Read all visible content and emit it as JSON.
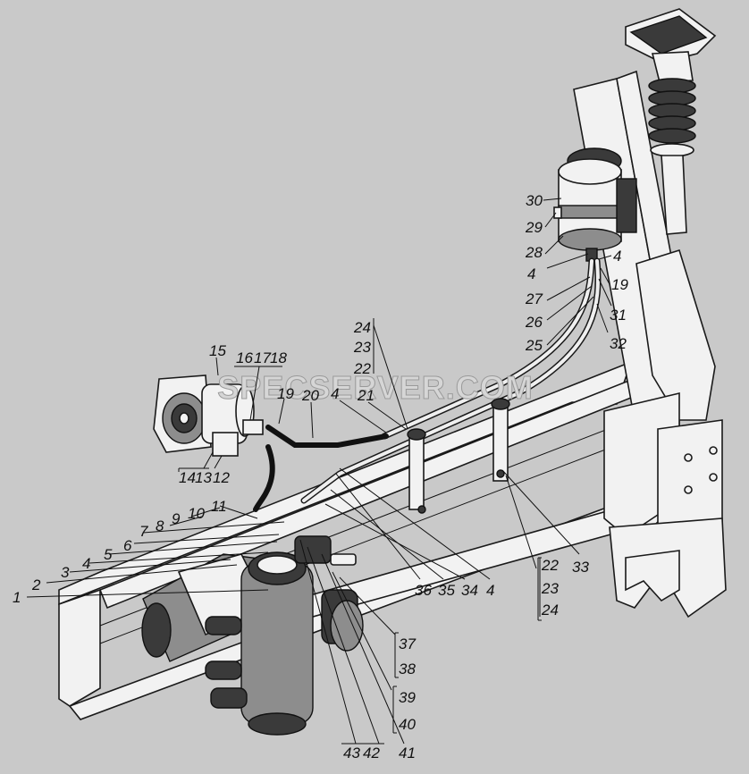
{
  "watermark": "SPECSERVER.COM",
  "callouts": {
    "c1": "1",
    "c2": "2",
    "c3": "3",
    "c4a": "4",
    "c5": "5",
    "c6": "6",
    "c7": "7",
    "c8": "8",
    "c9": "9",
    "c10": "10",
    "c11": "11",
    "c12": "12",
    "c13": "13",
    "c14": "14",
    "c15": "15",
    "c16": "16",
    "c17": "17",
    "c18": "18",
    "c19a": "19",
    "c20": "20",
    "c4b": "4",
    "c21": "21",
    "c22a": "22",
    "c23a": "23",
    "c24a": "24",
    "c30": "30",
    "c29": "29",
    "c28": "28",
    "c4c": "4",
    "c4d": "4",
    "c19b": "19",
    "c27": "27",
    "c31": "31",
    "c26": "26",
    "c25": "25",
    "c32": "32",
    "c36": "36",
    "c35": "35",
    "c34": "34",
    "c4e": "4",
    "c33": "33",
    "c22b": "22",
    "c23b": "23",
    "c24b": "24",
    "c37": "37",
    "c38": "38",
    "c39": "39",
    "c40": "40",
    "c41": "41",
    "c42": "42",
    "c43": "43"
  }
}
